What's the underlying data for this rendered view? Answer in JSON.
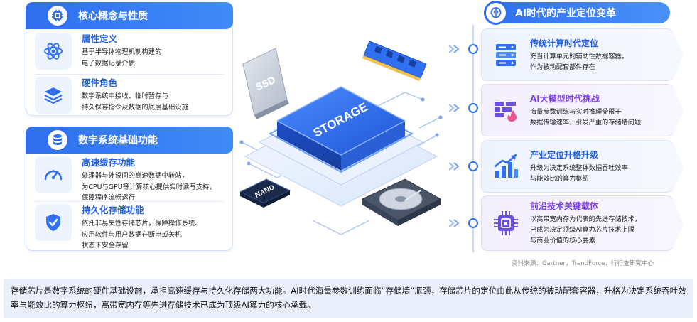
{
  "left_top": {
    "header": "核心概念与性质",
    "items": [
      {
        "title": "属性定义",
        "desc": "基于半导体物理机制构建的\n电子数据记录介质",
        "icon": "atom-icon"
      },
      {
        "title": "硬件角色",
        "desc": "数字系统中接收、临时暂存与\n持久保存指令及数据的底层基础设施",
        "icon": "layers-icon"
      }
    ]
  },
  "left_bottom": {
    "header": "数字系统基础功能",
    "items": [
      {
        "title": "高速缓存功能",
        "desc": "处理器与外设间的高速数据中转站，\n为CPU与GPU等计算核心提供实时读写支持，\n保障程序流畅运行",
        "icon": "speedometer-icon"
      },
      {
        "title": "持久化存储功能",
        "desc": "依托非易失性存储芯片，保障操作系统、\n应用软件与用户数据在断电或关机\n状态下安全存留",
        "icon": "shield-check-icon"
      }
    ]
  },
  "center": {
    "ssd_label": "SSD",
    "storage_label": "STORAGE",
    "nand_label": "NAND"
  },
  "right": {
    "header": "AI时代的产业定位变革",
    "cards": [
      {
        "title": "传统计算时代定位",
        "desc": "充当计算单元的辅助性数据容器，\n作为被动配套部件存在",
        "icon": "server-icon",
        "tone": "blue"
      },
      {
        "title": "AI大模型时代挑战",
        "desc": "海量参数训练与实时推理受限于\n数据传输速率，引发严重的存储墙问题",
        "icon": "firewall-icon",
        "tone": "purple"
      },
      {
        "title": "产业定位升格升级",
        "desc": "升级为决定系统整体数据吞吐效率\n与能效比的算力枢纽",
        "icon": "growth-chart-icon",
        "tone": "blue"
      },
      {
        "title": "前沿技术关键载体",
        "desc": "以高带宽内存为代表的先进存储技术，\n已成为决定顶级AI算力芯片技术上限\n与商业价值的核心要素",
        "icon": "chip-icon",
        "tone": "purple"
      }
    ]
  },
  "source": "资料来源：Gartner，TrendForce，行行查研究中心",
  "footer": "存储芯片是数字系统的硬件基础设施，承担高速缓存与持久化存储两大功能。AI时代海量参数训练面临“存储墙”瓶颈，存储芯片的定位由此从传统的被动配套容器，升格为决定系统吞吐效率与能效比的算力枢纽，高带宽内存等先进存储技术已成为顶级AI算力的核心承载。",
  "colors": {
    "accent": "#2f6ff0",
    "title_blue": "#1f5fe0",
    "title_purple": "#7a3fe0",
    "footer_bg": "#e9eefa"
  }
}
